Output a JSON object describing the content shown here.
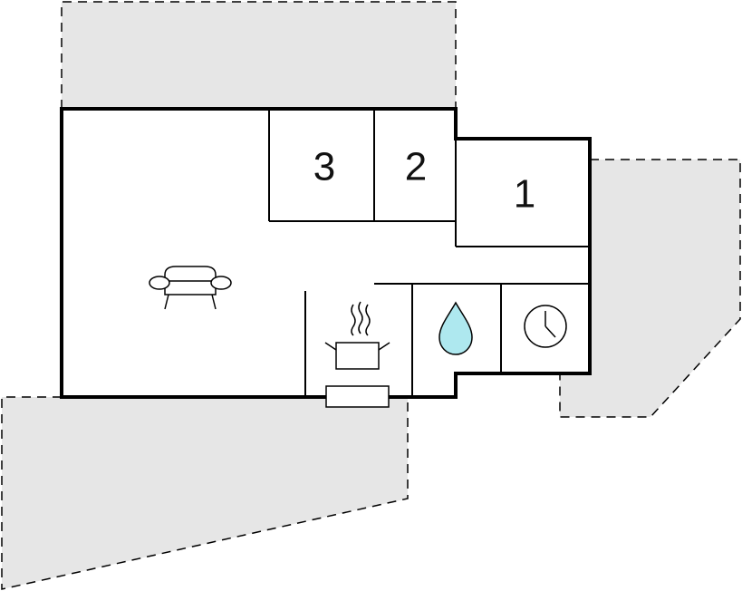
{
  "rooms": {
    "bedroom_1": {
      "label": "1"
    },
    "bedroom_2": {
      "label": "2"
    },
    "bedroom_3": {
      "label": "3"
    }
  },
  "icons": {
    "living": "sofa-icon",
    "kitchen": "cooking-pot-icon",
    "bathroom": "water-drop-icon",
    "utility": "clock-icon"
  },
  "colors": {
    "terrace": "#e6e6e6",
    "walls": "#000000",
    "water": "#aee8ef",
    "background": "#ffffff"
  }
}
